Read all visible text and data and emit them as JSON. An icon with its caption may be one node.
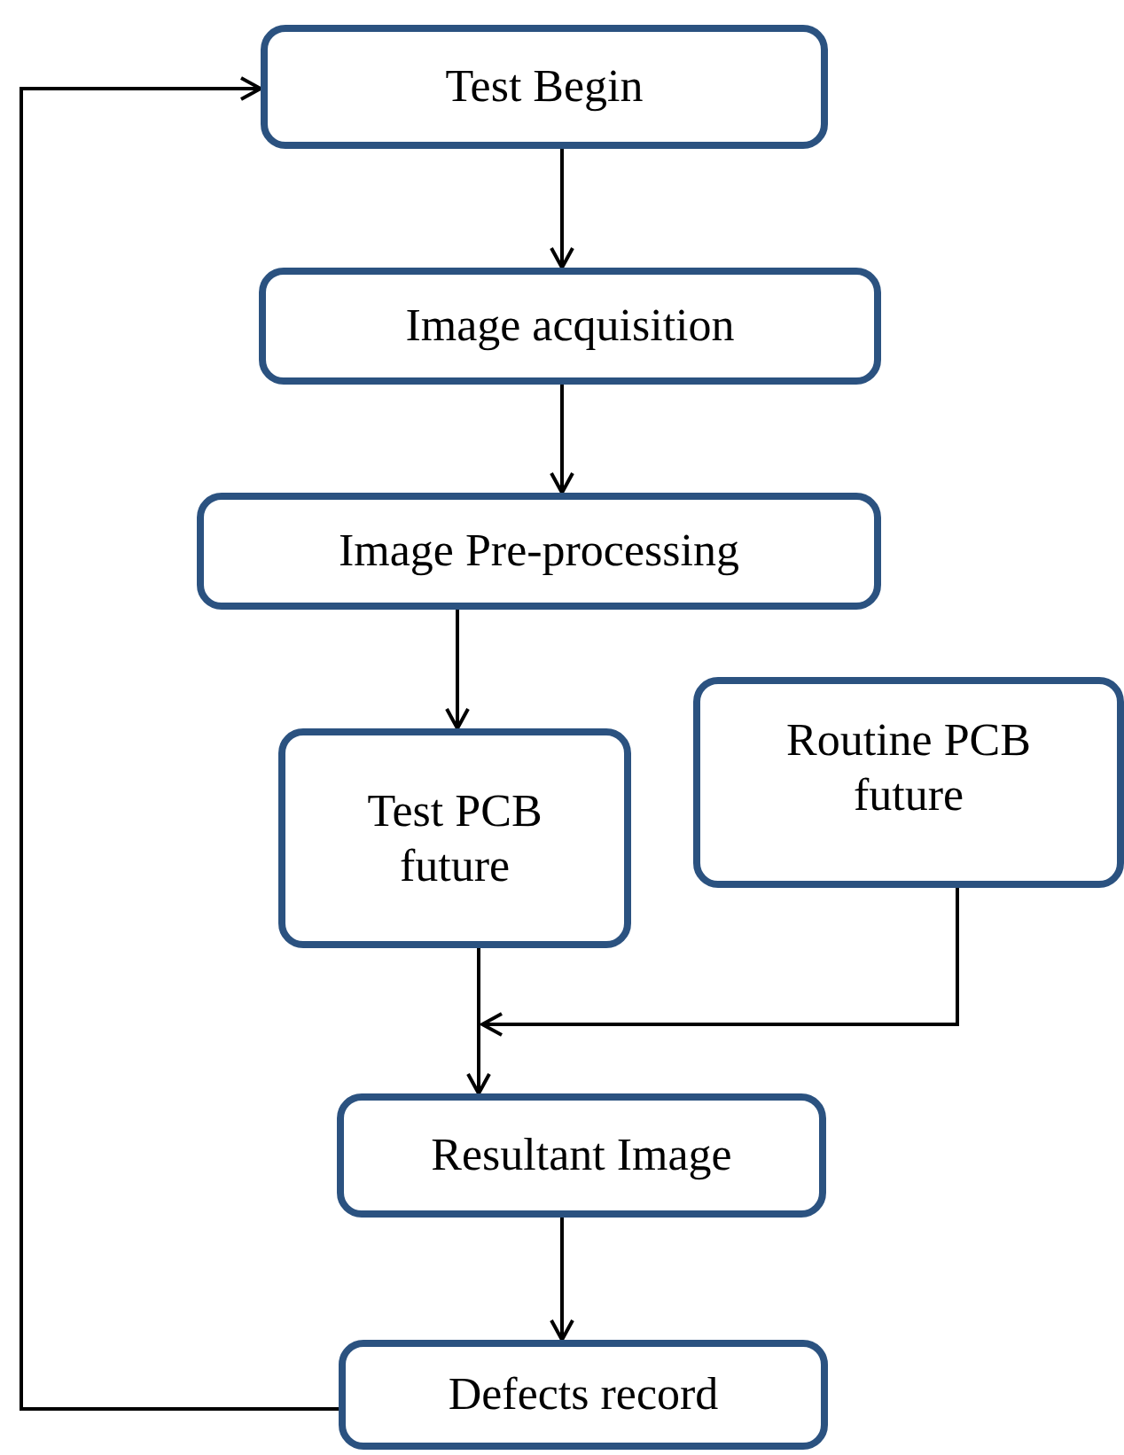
{
  "diagram": {
    "nodes": [
      {
        "text": [
          "Test Begin"
        ]
      },
      {
        "text": [
          "Image acquisition"
        ]
      },
      {
        "text": [
          "Image Pre-processing"
        ]
      },
      {
        "text": [
          "Test PCB future"
        ]
      },
      {
        "text": [
          "Routine PCB future"
        ]
      },
      {
        "text": [
          "Resultant Image"
        ]
      },
      {
        "text": [
          "Defects record"
        ]
      }
    ],
    "edges": [
      {
        "from": 0,
        "to": 1,
        "arrow": "to"
      },
      {
        "from": 1,
        "to": 2,
        "arrow": "to"
      },
      {
        "from": 2,
        "to": 3,
        "arrow": "to"
      },
      {
        "from": 3,
        "to": 5,
        "arrow": "to"
      },
      {
        "from": 4,
        "to": 5,
        "arrow": "to"
      },
      {
        "from": 5,
        "to": 6,
        "arrow": "to"
      },
      {
        "from": 6,
        "to": 0,
        "arrow": "to"
      }
    ]
  }
}
